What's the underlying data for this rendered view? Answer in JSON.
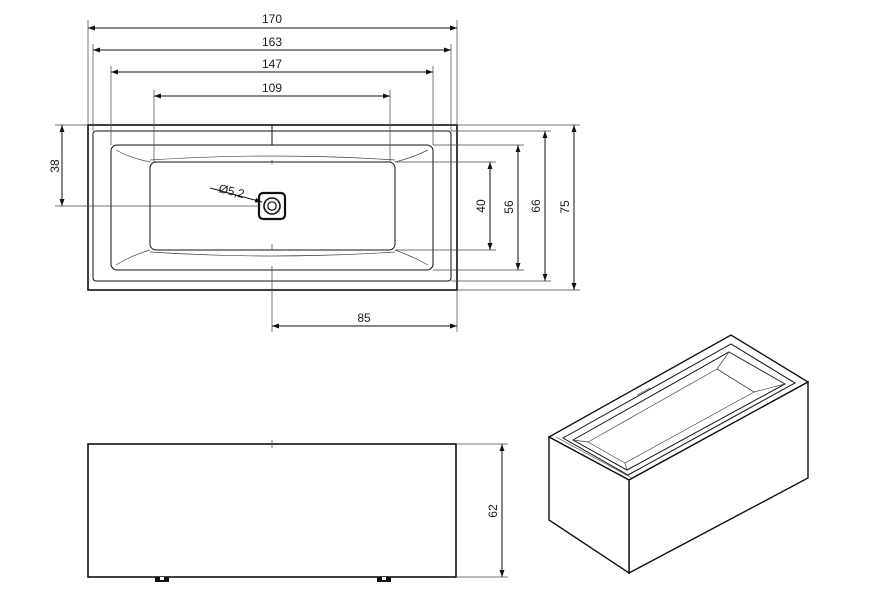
{
  "dimensions": {
    "top_view": {
      "width_outer": "170",
      "width_rim": "163",
      "width_inner_top": "147",
      "width_bottom": "109",
      "drain_offset": "85",
      "drain_height": "38",
      "drain_diameter": "Ø5,2",
      "depth_bottom": "40",
      "depth_inner": "56",
      "depth_rim": "66",
      "depth_outer": "75"
    },
    "side_view": {
      "height": "62"
    }
  }
}
